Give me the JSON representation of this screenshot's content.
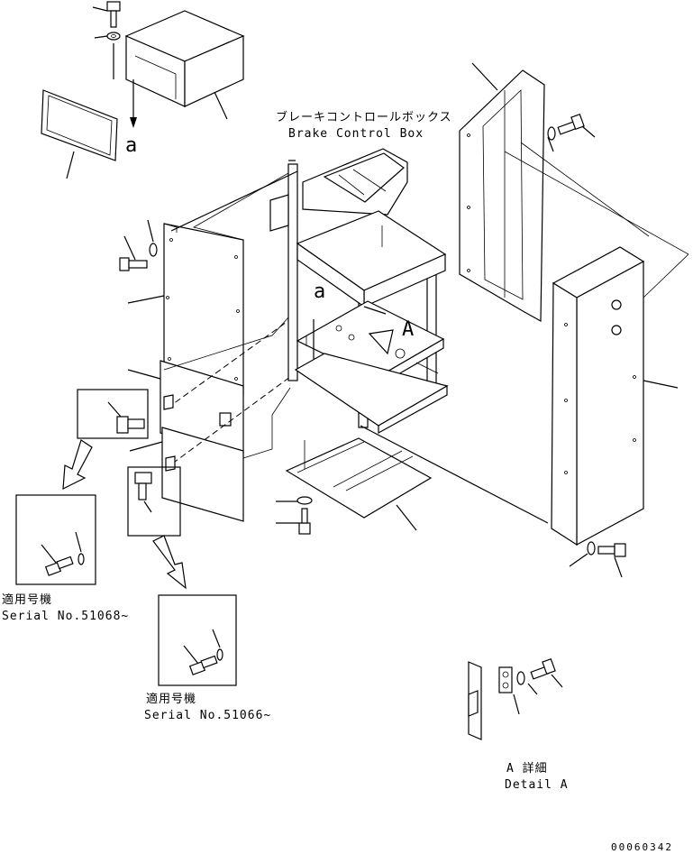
{
  "labels": {
    "brake_control_box_jp": "ブレーキコントロールボックス",
    "brake_control_box_en": "Brake Control Box",
    "ref_a_upper": "a",
    "ref_a_frame": "a",
    "ref_big_A": "A",
    "applicable_model_1": "適用号機",
    "serial_1": "Serial No.51068~",
    "applicable_model_2": "適用号機",
    "serial_2": "Serial No.51066~",
    "detail_a_jp": "A 詳細",
    "detail_a_en": "Detail A",
    "drawing_number": "00060342"
  }
}
